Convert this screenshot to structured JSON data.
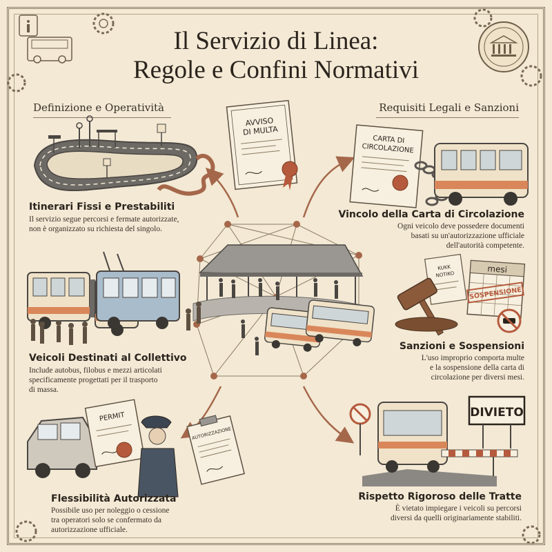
{
  "title": {
    "line1": "Il Servizio di Linea:",
    "line2": "Regole e Confini Normativi"
  },
  "sections": {
    "left": "Definizione e Operatività",
    "right": "Requisiti Legali e Sanzioni"
  },
  "blocks": [
    {
      "heading": "Itinerari Fissi e Prestabiliti",
      "lines": [
        "Il servizio segue percorsi e fermate autorizzate,",
        "non è organizzato su richiesta del singolo."
      ]
    },
    {
      "heading": "Veicoli Destinati al Collettivo",
      "lines": [
        "Include autobus, filobus e mezzi articolati",
        "specificamente progettati per il trasporto",
        "di massa."
      ]
    },
    {
      "heading": "Flessibilità Autorizzata",
      "lines": [
        "Possibile uso per noleggio o cessione",
        "tra operatori solo se confermato da",
        "autorizzazione ufficiale."
      ]
    },
    {
      "heading": "Vincolo della Carta di Circolazione",
      "lines": [
        "Ogni veicolo deve possedere documenti",
        "basati su un'autorizzazione ufficiale",
        "dell'autorità competente."
      ]
    },
    {
      "heading": "Sanzioni e Sospensioni",
      "lines": [
        "L'uso improprio comporta multe",
        "e la sospensione della carta di",
        "circolazione per diversi mesi."
      ]
    },
    {
      "heading": "Rispetto Rigoroso delle Tratte",
      "lines": [
        "È vietato impiegare i veicoli su percorsi",
        "diversi da quelli originariamente stabiliti."
      ]
    }
  ],
  "documents": {
    "fine_notice": "AVVISO DI MULTA",
    "fine_notice_lines": [
      "AVVISO",
      "DI MULTA"
    ],
    "registration_card_lines": [
      "CARTA DI",
      "CIRCOLAZIONE"
    ],
    "calendar_month": "mesi",
    "suspension_stamp": "SOSPENSIONE",
    "notice_small_lines": [
      "KUKK",
      "NOTIKO"
    ],
    "permit": "PERMIT",
    "authorization": "AUTORIZZAZIONE",
    "prohibition_sign": "DIVIETO"
  },
  "colors": {
    "parchment": "#f3e9d5",
    "ink": "#2b241d",
    "arrow": "#a5674a",
    "bus_orange": "#d9875a",
    "bus_cream": "#efe2c8",
    "trolley_blue": "#a9bccb",
    "seal_red": "#b55a3c"
  },
  "icons": [
    "info-icon",
    "bus-icon",
    "gear-icon",
    "courthouse-seal-icon",
    "gavel-icon",
    "chain-icon",
    "no-entry-sign-icon",
    "no-car-sign-icon"
  ]
}
